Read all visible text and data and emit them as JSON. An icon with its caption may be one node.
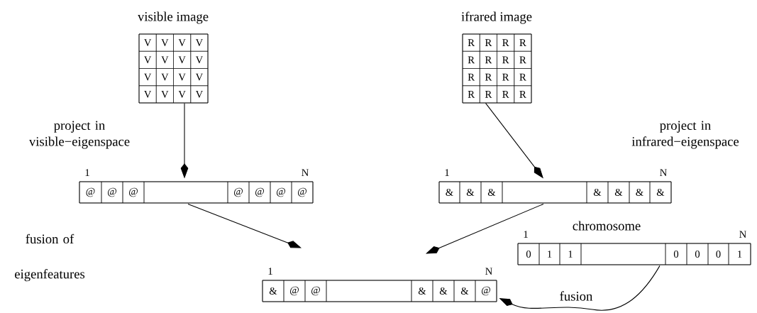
{
  "diagram": {
    "nodes": [
      {
        "text": [
          "visible image",
          "V",
          "V",
          "V",
          "V",
          "V",
          "V",
          "V",
          "V",
          "V",
          "V",
          "V",
          "V",
          "V",
          "V",
          "V",
          "V"
        ]
      },
      {
        "text": [
          "ifrared image",
          "R",
          "R",
          "R",
          "R",
          "R",
          "R",
          "R",
          "R",
          "R",
          "R",
          "R",
          "R",
          "R",
          "R",
          "R",
          "R"
        ]
      },
      {
        "text": [
          "@",
          "@",
          "@",
          "@",
          "@",
          "@",
          "@"
        ],
        "beside": [
          "1",
          "N"
        ]
      },
      {
        "text": [
          "&",
          "&",
          "&",
          "&",
          "&",
          "&",
          "&"
        ],
        "beside": [
          "1",
          "N"
        ]
      },
      {
        "text": [
          "chromosome",
          "0",
          "1",
          "1",
          "0",
          "0",
          "0",
          "1"
        ],
        "beside": [
          "1",
          "N"
        ]
      },
      {
        "text": [
          "&",
          "@",
          "@",
          "&",
          "&",
          "&",
          "@"
        ],
        "beside": [
          "1",
          "N"
        ]
      }
    ],
    "edges": [
      {
        "from": 0,
        "to": 2,
        "arrow": "to"
      },
      {
        "from": 1,
        "to": 3,
        "arrow": "to"
      },
      {
        "from": 2,
        "to": 5,
        "arrow": "to"
      },
      {
        "from": 3,
        "to": 5,
        "arrow": "to"
      },
      {
        "from": 4,
        "to": 5,
        "arrow": "to",
        "label": "fusion"
      }
    ],
    "labels": [
      "project in visible−eigenspace",
      "project in infrared−eigenspace",
      "fusion of eigenfeatures"
    ]
  }
}
